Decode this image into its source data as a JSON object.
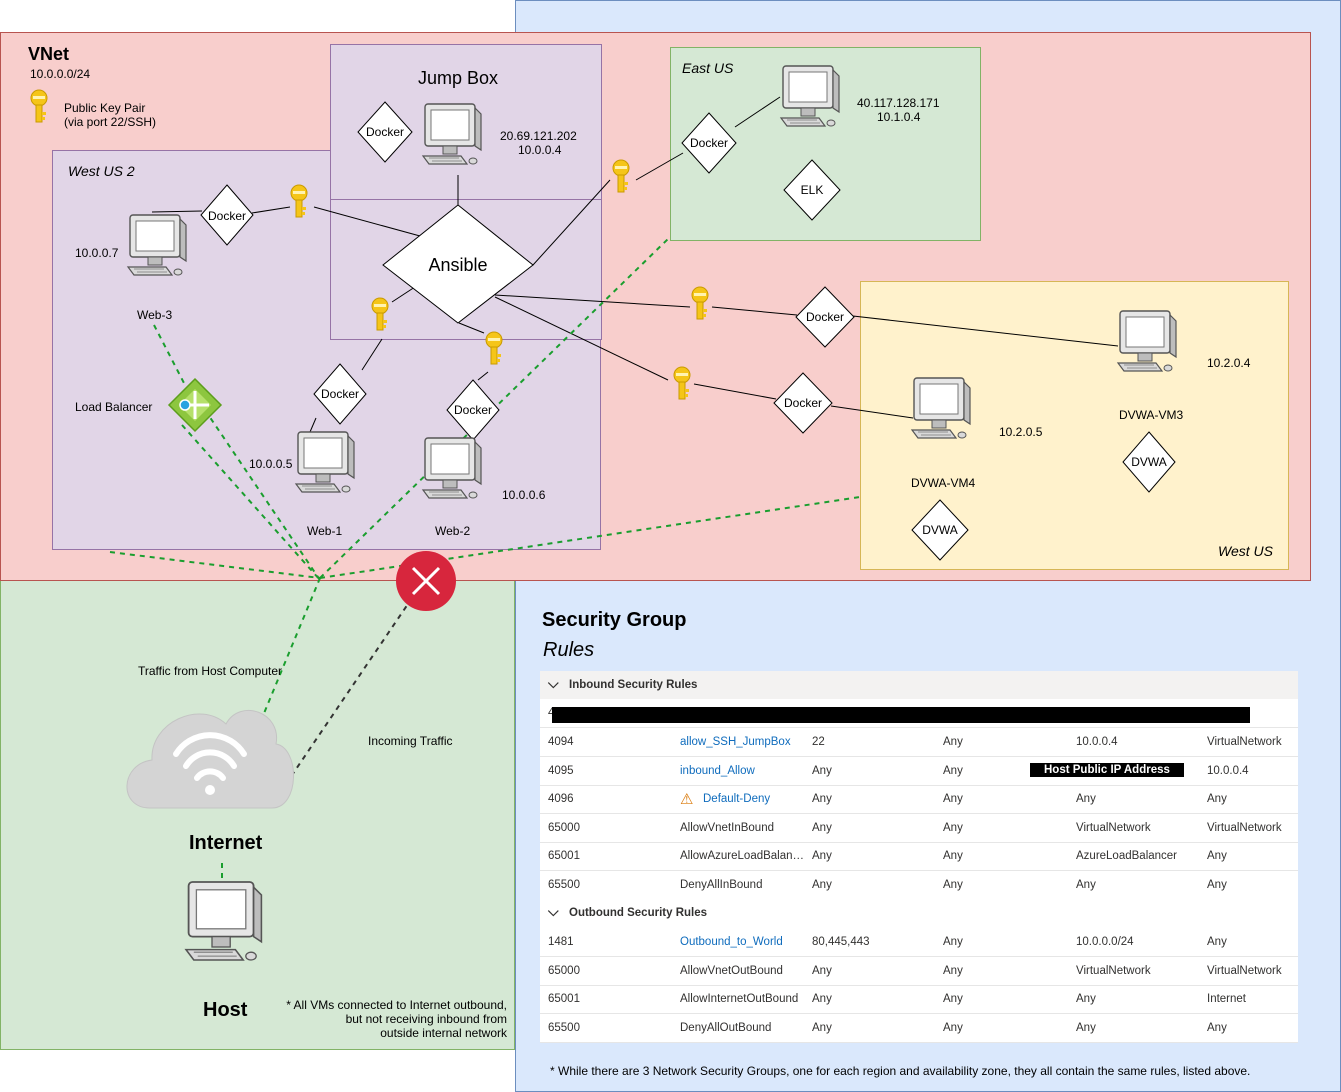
{
  "vnet": {
    "title": "VNet",
    "cidr": "10.0.0.0/24",
    "key_label_line1": "Public Key Pair",
    "key_label_line2": "(via port 22/SSH)"
  },
  "regions": {
    "west_us_2": "West US 2",
    "east_us": "East US",
    "west_us": "West US"
  },
  "jump_box": {
    "title": "Jump Box",
    "ip_public": "20.69.121.202",
    "ip_private": "10.0.0.4"
  },
  "ansible": "Ansible",
  "docker": "Docker",
  "east_vm": {
    "ip_public": "40.117.128.171",
    "ip_private": "10.1.0.4",
    "service": "ELK"
  },
  "web3": {
    "name": "Web-3",
    "ip": "10.0.0.7"
  },
  "web1": {
    "name": "Web-1",
    "ip": "10.0.0.5"
  },
  "web2": {
    "name": "Web-2",
    "ip": "10.0.0.6"
  },
  "load_balancer": "Load Balancer",
  "dvwa_vm3": {
    "name": "DVWA-VM3",
    "ip": "10.2.0.4",
    "service": "DVWA"
  },
  "dvwa_vm4": {
    "name": "DVWA-VM4",
    "ip": "10.2.0.5",
    "service": "DVWA"
  },
  "internet": {
    "label": "Internet",
    "traffic_from_host": "Traffic from Host Computer",
    "incoming_traffic": "Incoming Traffic"
  },
  "host": {
    "label": "Host",
    "note_line1": "* All VMs connected to Internet outbound,",
    "note_line2": "but not receiving inbound from",
    "note_line3": "outside internal network"
  },
  "security_group": {
    "title": "Security Group",
    "subtitle": "Rules",
    "inbound_header": "Inbound Security Rules",
    "outbound_header": "Outbound Security Rules",
    "redacted_prefix": "4",
    "inbound": [
      {
        "priority": "4094",
        "name": "allow_SSH_JumpBox",
        "port": "22",
        "protocol": "Any",
        "source": "10.0.0.4",
        "destination": "VirtualNetwork",
        "link": true
      },
      {
        "priority": "4095",
        "name": "inbound_Allow",
        "port": "Any",
        "protocol": "Any",
        "source": "Host Public IP Address",
        "destination": "10.0.0.4",
        "link": true
      },
      {
        "priority": "4096",
        "name": "Default-Deny",
        "port": "Any",
        "protocol": "Any",
        "source": "Any",
        "destination": "Any",
        "link": true
      },
      {
        "priority": "65000",
        "name": "AllowVnetInBound",
        "port": "Any",
        "protocol": "Any",
        "source": "VirtualNetwork",
        "destination": "VirtualNetwork",
        "link": false
      },
      {
        "priority": "65001",
        "name": "AllowAzureLoadBalan…",
        "port": "Any",
        "protocol": "Any",
        "source": "AzureLoadBalancer",
        "destination": "Any",
        "link": false
      },
      {
        "priority": "65500",
        "name": "DenyAllInBound",
        "port": "Any",
        "protocol": "Any",
        "source": "Any",
        "destination": "Any",
        "link": false
      }
    ],
    "outbound": [
      {
        "priority": "1481",
        "name": "Outbound_to_World",
        "port": "80,445,443",
        "protocol": "Any",
        "source": "10.0.0.0/24",
        "destination": "Any",
        "link": true
      },
      {
        "priority": "65000",
        "name": "AllowVnetOutBound",
        "port": "Any",
        "protocol": "Any",
        "source": "VirtualNetwork",
        "destination": "VirtualNetwork",
        "link": false
      },
      {
        "priority": "65001",
        "name": "AllowInternetOutBound",
        "port": "Any",
        "protocol": "Any",
        "source": "Any",
        "destination": "Internet",
        "link": false
      },
      {
        "priority": "65500",
        "name": "DenyAllOutBound",
        "port": "Any",
        "protocol": "Any",
        "source": "Any",
        "destination": "Any",
        "link": false
      }
    ],
    "footnote": "* While there are 3 Network Security Groups, one for each region and availability zone, they all contain the same rules, listed above."
  },
  "colors": {
    "vnet_bg": "#f8cecc",
    "vnet_border": "#b85450",
    "westus2_bg": "#e1d5e7",
    "westus2_border": "#9673a6",
    "eastus_bg": "#d5e8d4",
    "eastus_border": "#82b366",
    "westus_bg": "#fff2cc",
    "westus_border": "#d6b656",
    "internet_bg": "#d5e8d4",
    "sg_bg": "#dae8fc",
    "sg_border": "#6c8ebf",
    "dashed_green": "#1a9e2e",
    "deny_red": "#d7263d",
    "link_blue": "#0f6cbd"
  }
}
